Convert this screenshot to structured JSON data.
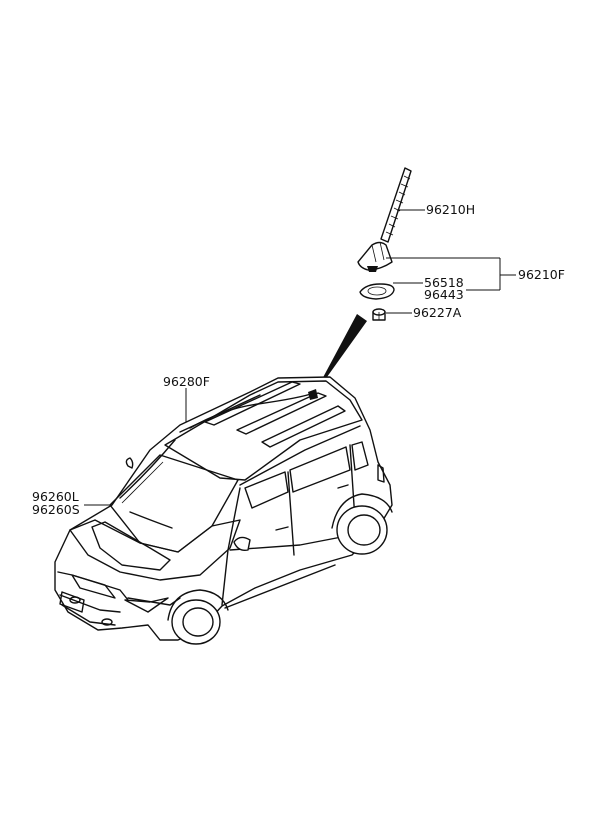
{
  "parts": {
    "antenna_rod": "96210H",
    "antenna_assembly": "96210F",
    "gasket": "56518",
    "pad": "96443",
    "nut": "96227A",
    "roof_feeder_cable": "96280F",
    "windshield_cable_l": "96260L",
    "windshield_cable_s": "96260S"
  }
}
